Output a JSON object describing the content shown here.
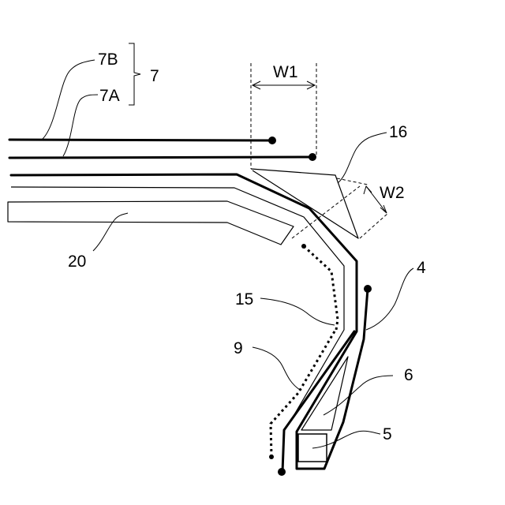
{
  "labels": {
    "ply_7b": "7B",
    "ply_7a": "7A",
    "ply_group": "7",
    "width_w1": "W1",
    "width_w2": "W2",
    "part_16": "16",
    "part_20": "20",
    "part_4": "4",
    "part_15": "15",
    "part_9": "9",
    "part_6": "6",
    "part_5": "5"
  }
}
